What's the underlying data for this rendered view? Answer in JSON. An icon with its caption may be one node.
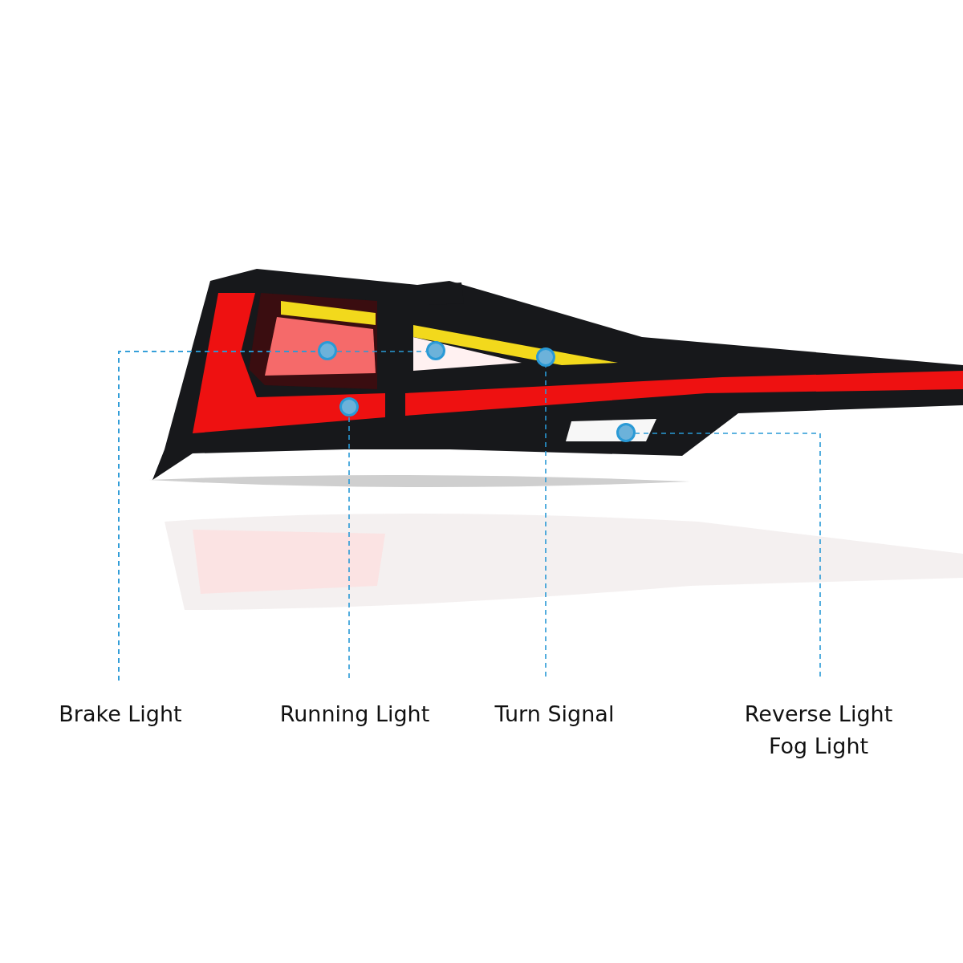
{
  "diagram": {
    "nodes": [
      {
        "text": [
          "Brake Light"
        ]
      },
      {
        "text": [
          "Running Light"
        ]
      },
      {
        "text": [
          "Turn Signal"
        ]
      },
      {
        "text": [
          "Reverse Light",
          "Fog Light"
        ]
      },
      {
        "text": [],
        "shape": "circle"
      },
      {
        "text": [],
        "shape": "circle"
      },
      {
        "text": [],
        "shape": "circle"
      },
      {
        "text": [],
        "shape": "circle"
      },
      {
        "text": [],
        "shape": "circle"
      }
    ],
    "edges": [
      {
        "from": 0,
        "to": 4,
        "arrow": "none",
        "style": "dashed"
      },
      {
        "from": 0,
        "to": 5,
        "arrow": "none",
        "style": "dashed"
      },
      {
        "from": 1,
        "to": 6,
        "arrow": "none",
        "style": "dashed"
      },
      {
        "from": 2,
        "to": 7,
        "arrow": "none",
        "style": "dashed"
      },
      {
        "from": 3,
        "to": 8,
        "arrow": "none",
        "style": "dashed"
      }
    ]
  }
}
